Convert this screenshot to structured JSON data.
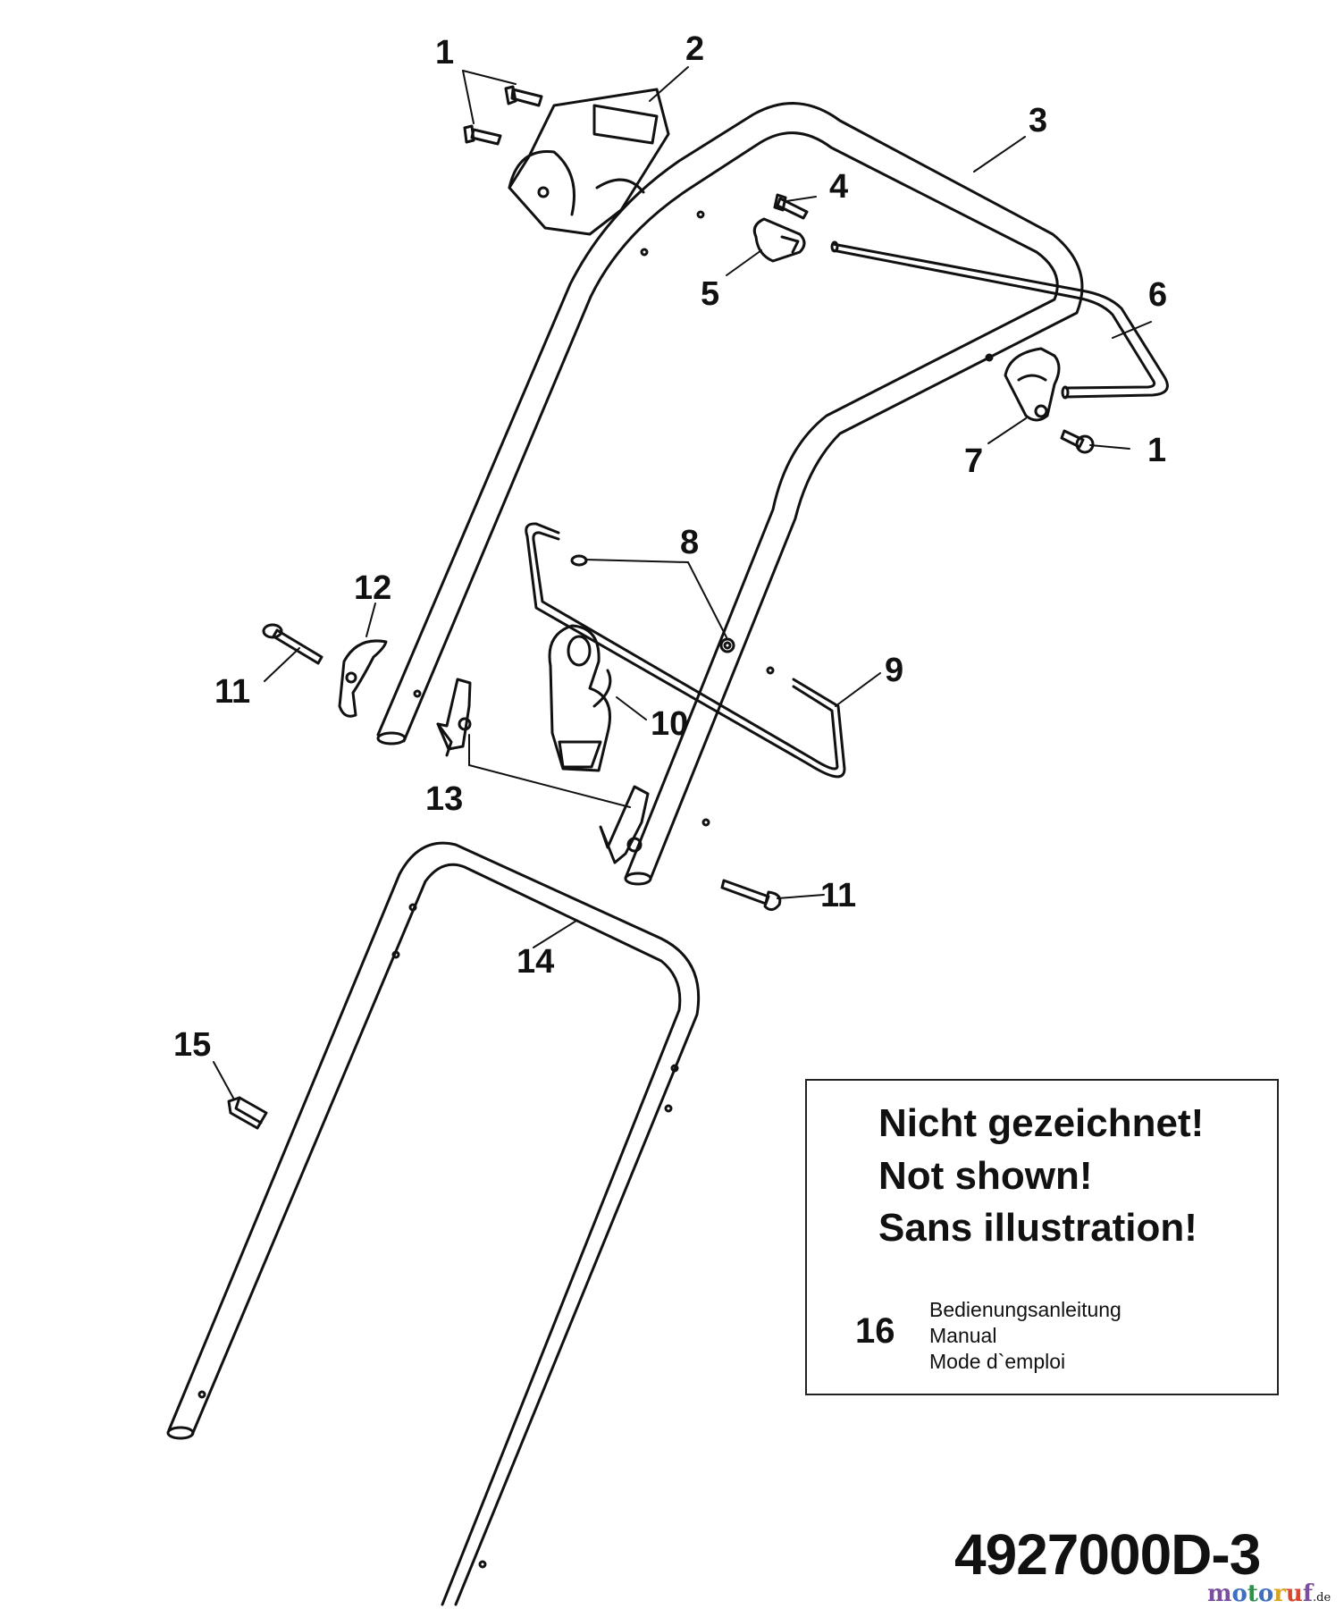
{
  "callouts": [
    {
      "num": "1"
    },
    {
      "num": "2"
    },
    {
      "num": "3"
    },
    {
      "num": "4"
    },
    {
      "num": "5"
    },
    {
      "num": "6"
    },
    {
      "num": "7"
    },
    {
      "num": "1"
    },
    {
      "num": "8"
    },
    {
      "num": "12"
    },
    {
      "num": "11"
    },
    {
      "num": "9"
    },
    {
      "num": "10"
    },
    {
      "num": "13"
    },
    {
      "num": "11"
    },
    {
      "num": "14"
    },
    {
      "num": "15"
    }
  ],
  "not_shown": {
    "line1": "Nicht gezeichnet!",
    "line2": "Not shown!",
    "line3": "Sans illustration!",
    "item_number": "16",
    "desc_de": "Bedienungsanleitung",
    "desc_en": "Manual",
    "desc_fr": "Mode d`emploi"
  },
  "document_code": "4927000D-3",
  "watermark": {
    "text": "motoruf",
    "suffix": ".de"
  },
  "colors": {
    "line": "#111111",
    "background": "#ffffff",
    "brand_m": "#7a4fa0",
    "brand_o": "#3e6fc0",
    "brand_t": "#2f8f4a",
    "brand_r": "#d9a323",
    "brand_u": "#d5482e"
  }
}
